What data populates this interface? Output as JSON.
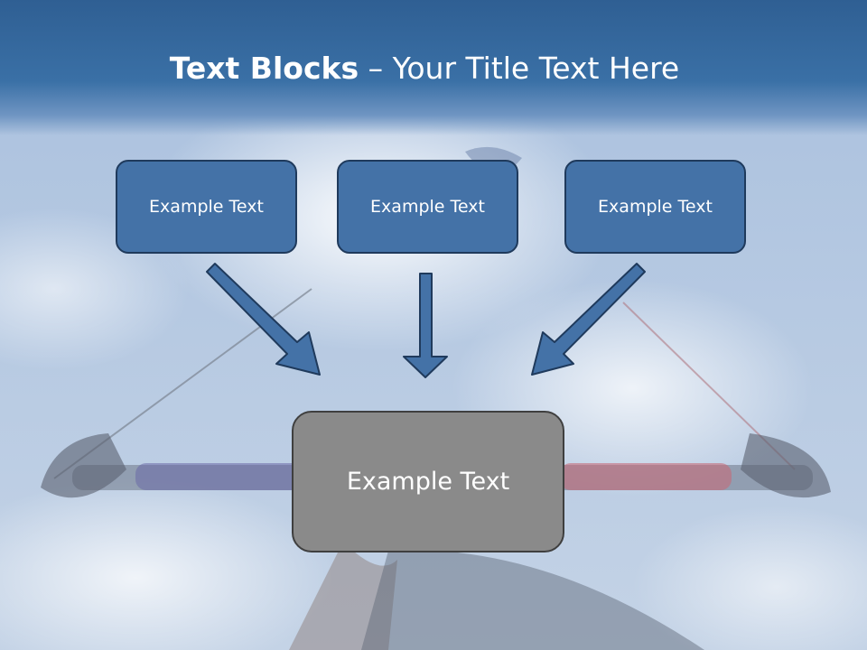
{
  "title": {
    "bold": "Text Blocks",
    "dash": " – ",
    "rest": "Your Title Text Here"
  },
  "blocks": [
    {
      "label": "Example Text"
    },
    {
      "label": "Example Text"
    },
    {
      "label": "Example Text"
    }
  ],
  "center": {
    "label": "Example Text"
  },
  "colors": {
    "header": "#2f5f93",
    "box_fill": "#4472a7",
    "box_border": "#1f3a5c",
    "center_fill": "#8a8a8a",
    "center_border": "#3f3f3f",
    "arrow_fill": "#4472a7"
  }
}
